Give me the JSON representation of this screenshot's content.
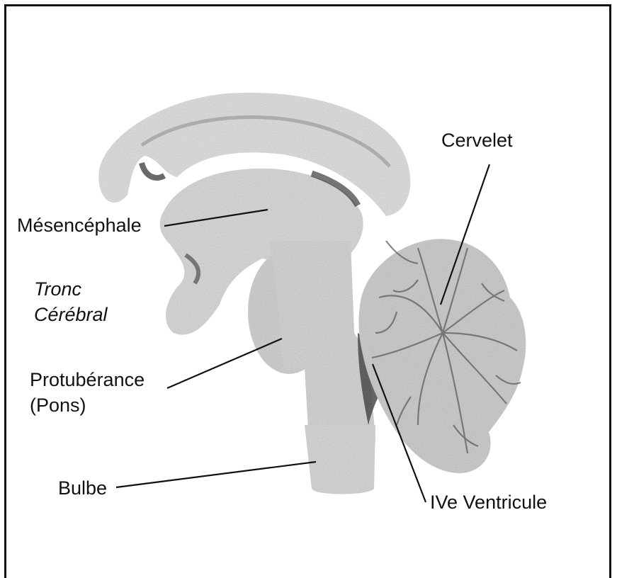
{
  "labels": {
    "cervelet": "Cervelet",
    "mesencephale": "Mésencéphale",
    "tronc_line1": "Tronc",
    "tronc_line2": "Cérébral",
    "protuberance": "Protubérance",
    "pons": "(Pons)",
    "bulbe": "Bulbe",
    "ventricule": "IVe Ventricule"
  },
  "colors": {
    "stroke": "#111111",
    "tissue": "#d9d9d9",
    "tissue_dark": "#9a9a9a",
    "folia": "#6f6f6f"
  }
}
